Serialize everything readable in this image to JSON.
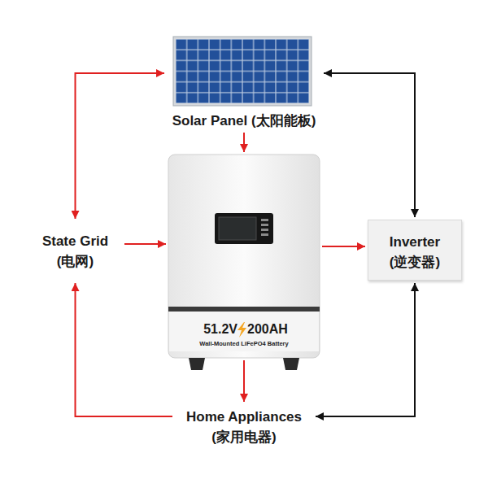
{
  "diagram": {
    "nodes": [
      {
        "text": [
          "Solar Panel (太阳能板)"
        ]
      },
      {
        "text": [
          "State Grid (电网)"
        ]
      },
      {
        "text": [
          "51.2V",
          "200AH",
          "Wall-Mounted LiFePO4 Battery"
        ]
      },
      {
        "text": [
          "Inverter (逆变器)"
        ]
      },
      {
        "text": [
          "Home Appliances (家用电器)"
        ]
      }
    ],
    "edges": [
      {
        "from": 1,
        "to": 0,
        "arrow": "both"
      },
      {
        "from": 0,
        "to": 2,
        "arrow": "to"
      },
      {
        "from": 1,
        "to": 2,
        "arrow": "to"
      },
      {
        "from": 2,
        "to": 3,
        "arrow": "to"
      },
      {
        "from": 2,
        "to": 4,
        "arrow": "to"
      },
      {
        "from": 4,
        "to": 1,
        "arrow": "to"
      },
      {
        "from": 3,
        "to": 0,
        "arrow": "both"
      },
      {
        "from": 3,
        "to": 4,
        "arrow": "both"
      }
    ]
  }
}
